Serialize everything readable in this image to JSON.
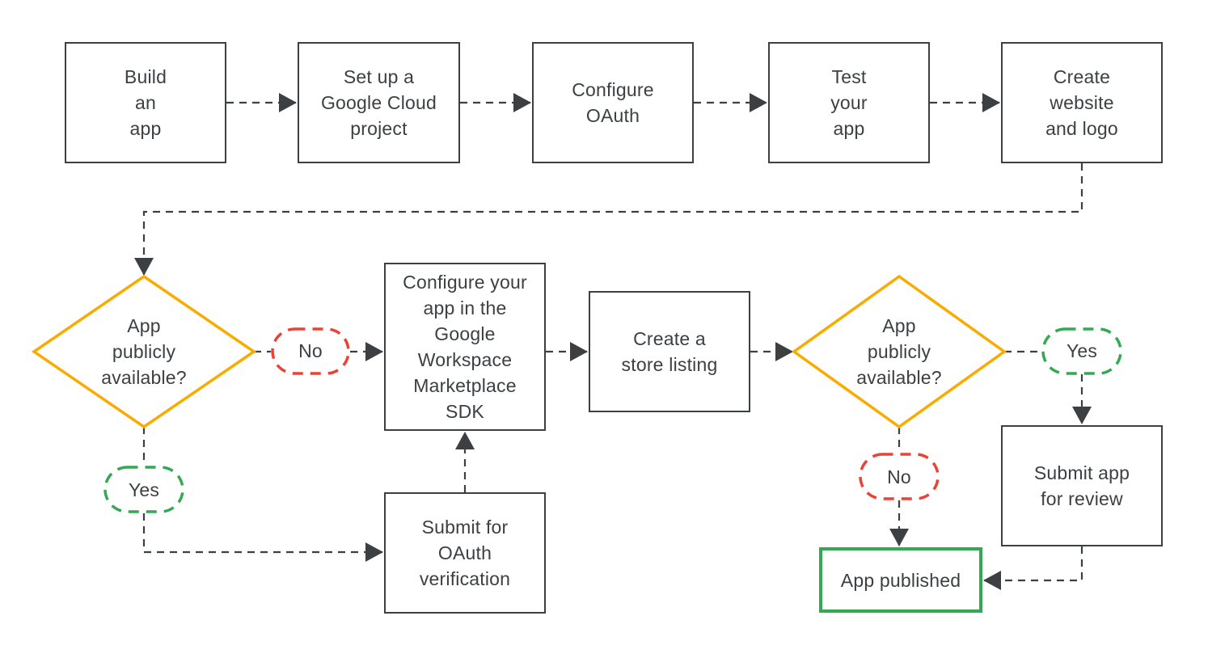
{
  "flowchart": {
    "colors": {
      "line": "#3C4043",
      "text": "#3C4043",
      "box_border": "#3C4043",
      "decision_border": "#F9AB00",
      "yes_border": "#34A853",
      "no_border": "#EA4335",
      "published_border": "#34A853",
      "background": "#FFFFFF"
    },
    "boxes": {
      "build_app": "Build\nan\napp",
      "setup_project": "Set up a\nGoogle Cloud\nproject",
      "configure_oauth": "Configure\nOAuth",
      "test_app": "Test\nyour\napp",
      "create_website": "Create\nwebsite\nand logo",
      "configure_sdk": "Configure your\napp in the\nGoogle\nWorkspace\nMarketplace\nSDK",
      "store_listing": "Create a\nstore listing",
      "submit_oauth": "Submit for\nOAuth\nverification",
      "submit_review": "Submit app\nfor review",
      "app_published": "App published"
    },
    "decisions": {
      "first": "App\npublicly\navailable?",
      "second": "App\npublicly\navailable?"
    },
    "branches": {
      "first_no": "No",
      "first_yes": "Yes",
      "second_yes": "Yes",
      "second_no": "No"
    }
  }
}
